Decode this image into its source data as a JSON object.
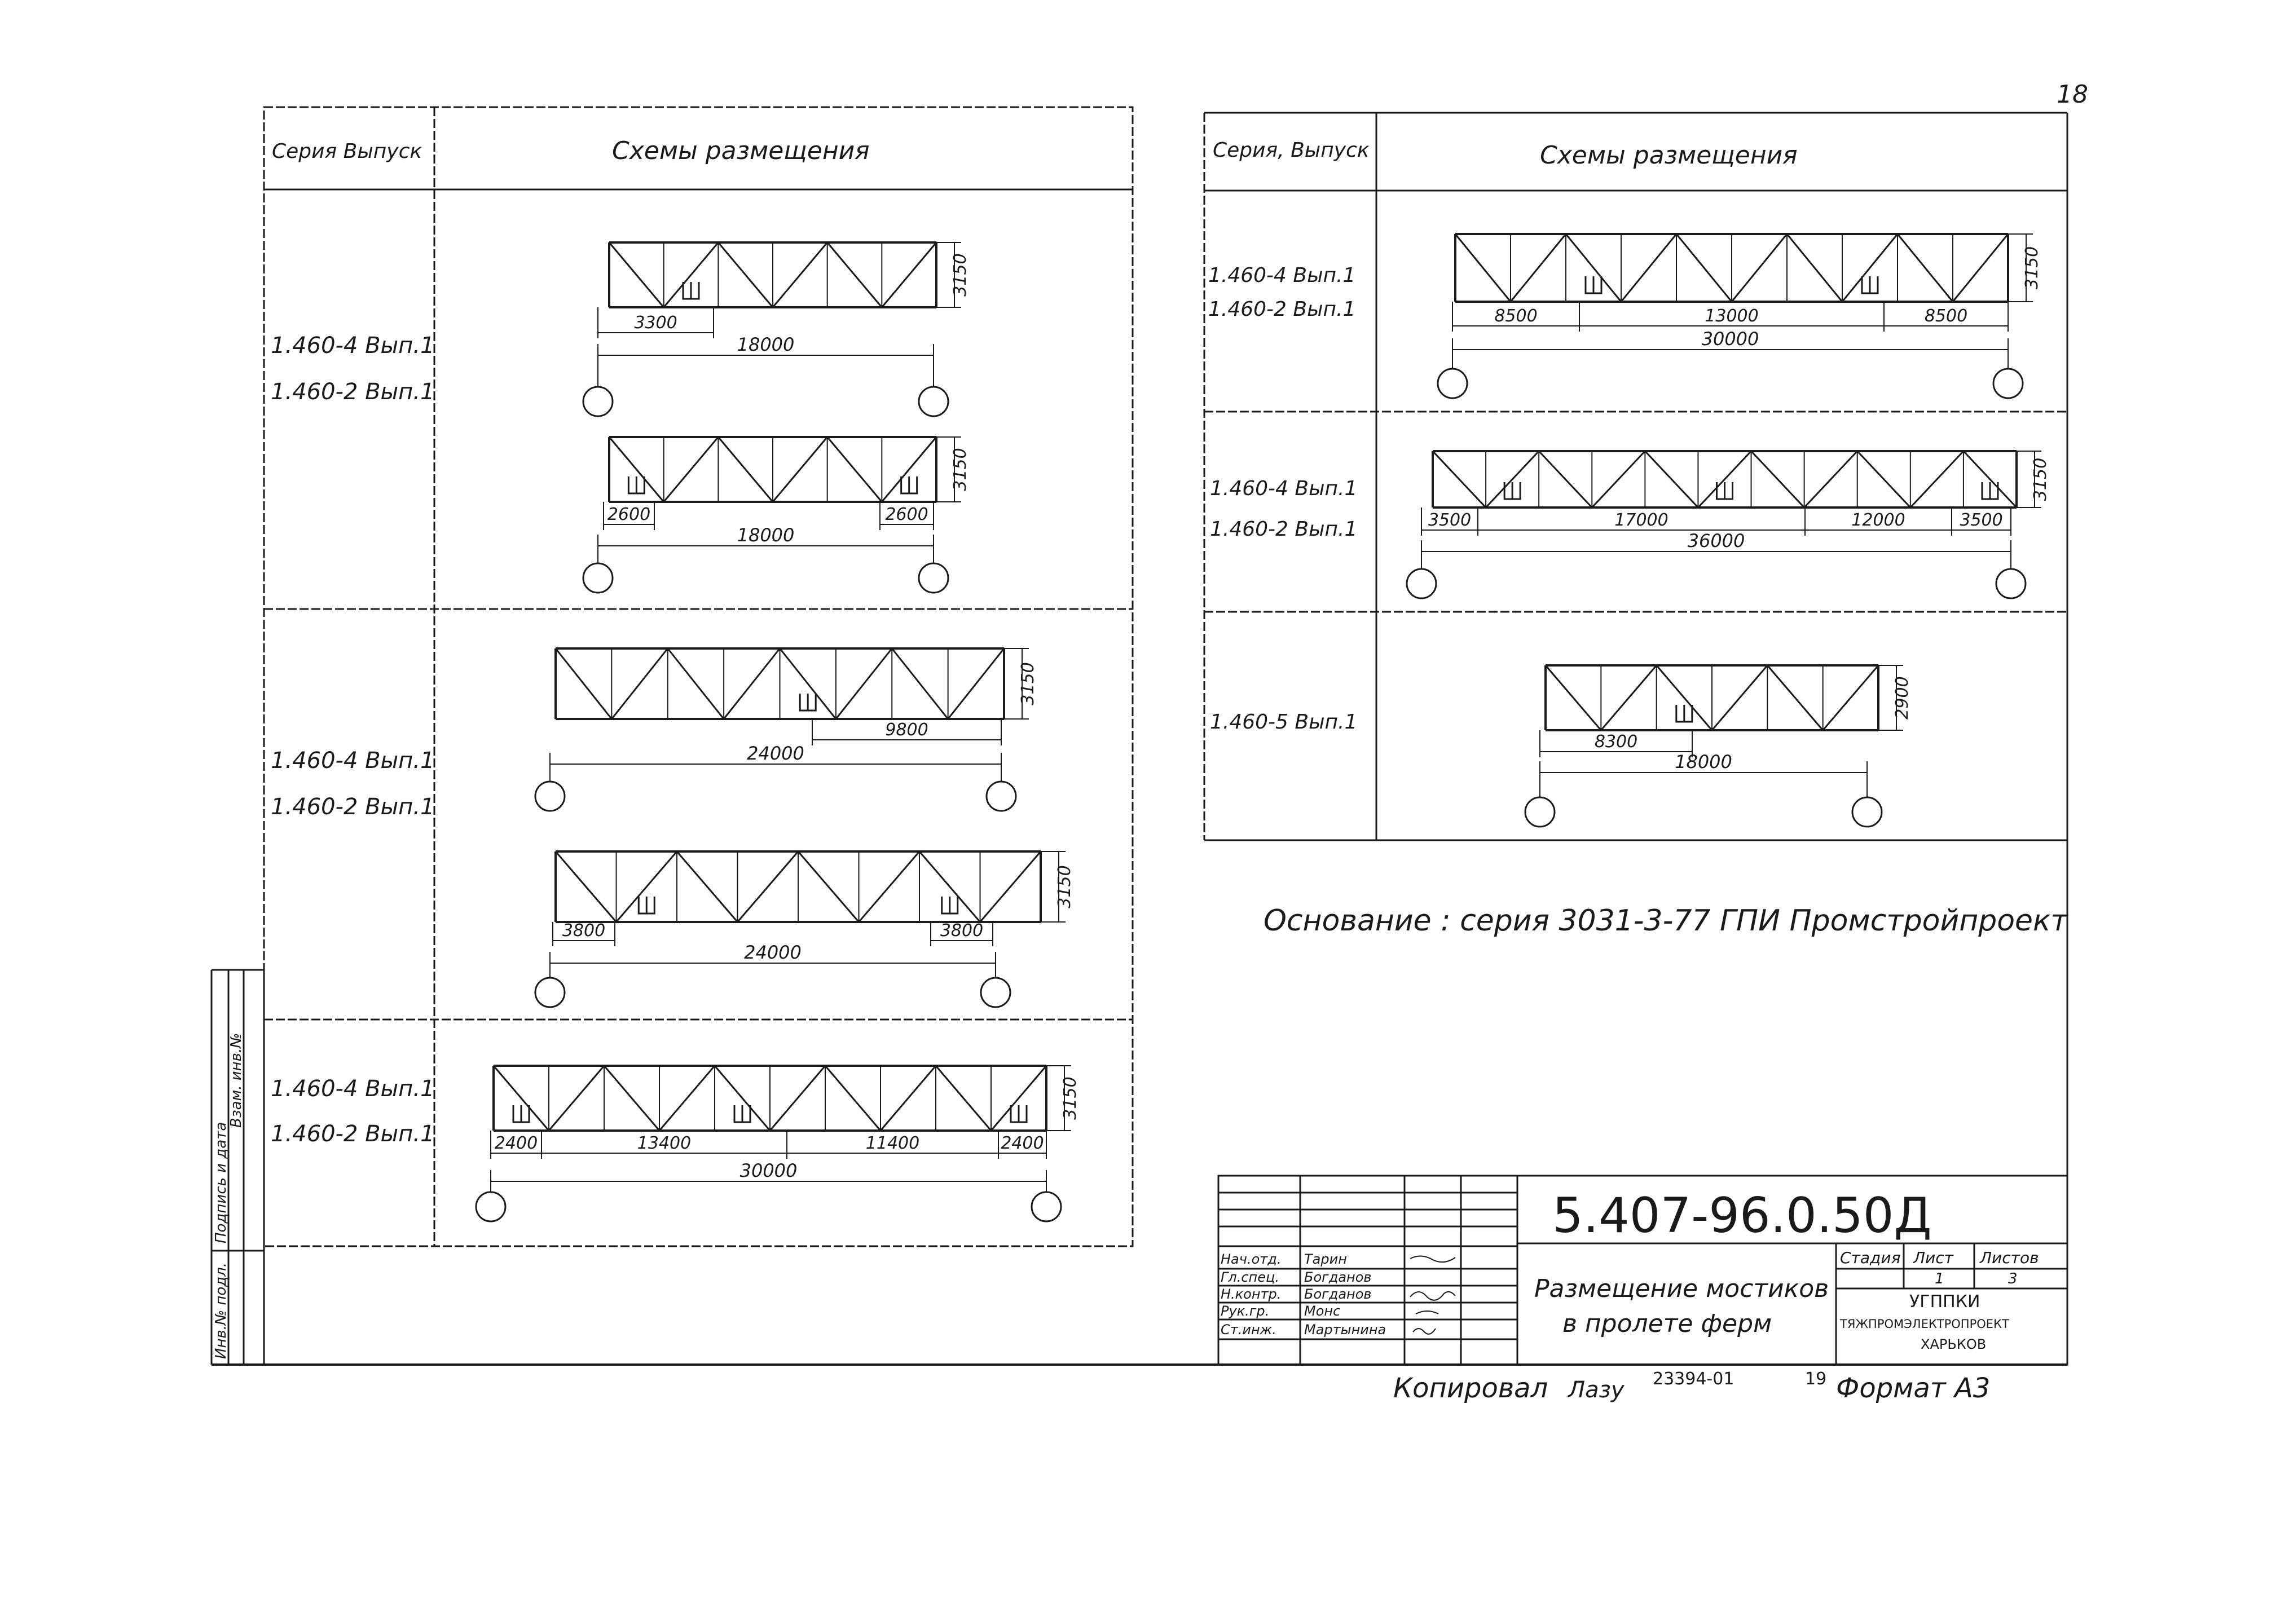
{
  "sheet": {
    "page_number": "18",
    "designation": "5.407-96.0.50Д",
    "basis_note": "Основание : серия 3031-3-77 ГПИ Промстройпроект",
    "copied_label": "Копировал",
    "copied_signature": "Лазу",
    "copy_number": "23394-01",
    "copy_number_suffix": "19",
    "format_label": "Формат А3"
  },
  "left_table": {
    "header_series": "Серия Выпуск",
    "header_schemes": "Схемы размещения",
    "groups": [
      {
        "series": [
          "1.460-4 Вып.1",
          "1.460-2 Вып.1"
        ]
      },
      {
        "series": [
          "1.460-4 Вып.1",
          "1.460-2 Вып.1"
        ]
      },
      {
        "series": [
          "1.460-4 Вып.1",
          "1.460-2 Вып.1"
        ]
      }
    ]
  },
  "right_table": {
    "header_series": "Серия, Выпуск",
    "header_schemes": "Схемы размещения",
    "groups": [
      {
        "series": [
          "1.460-4 Вып.1",
          "1.460-2 Вып.1"
        ]
      },
      {
        "series": [
          "1.460-4 Вып.1",
          "1.460-2 Вып.1"
        ]
      },
      {
        "series": [
          "1.460-5 Вып.1"
        ]
      }
    ]
  },
  "trusses": [
    {
      "id": "L1",
      "height_label": "3150",
      "span_label": "18000",
      "segments": [
        "3300"
      ],
      "walkways": [
        1
      ]
    },
    {
      "id": "L2",
      "height_label": "3150",
      "span_label": "18000",
      "segments": [
        "2600",
        "2600"
      ],
      "walkways": [
        0,
        5
      ]
    },
    {
      "id": "L3",
      "height_label": "3150",
      "span_label": "24000",
      "segments": [
        "9800"
      ],
      "walkways": [
        4
      ]
    },
    {
      "id": "L4",
      "height_label": "3150",
      "span_label": "24000",
      "segments": [
        "3800",
        "3800"
      ],
      "walkways": [
        1,
        6
      ]
    },
    {
      "id": "L5",
      "height_label": "3150",
      "span_label": "30000",
      "segments": [
        "2400",
        "13400",
        "11400",
        "2400"
      ],
      "walkways": [
        0,
        4,
        9
      ]
    },
    {
      "id": "R1",
      "height_label": "3150",
      "span_label": "30000",
      "segments": [
        "8500",
        "13000",
        "8500"
      ],
      "walkways": [
        2,
        7
      ]
    },
    {
      "id": "R2",
      "height_label": "3150",
      "span_label": "36000",
      "segments": [
        "3500",
        "17000",
        "12000",
        "3500"
      ],
      "walkways": [
        1,
        5,
        10
      ]
    },
    {
      "id": "R3",
      "height_label": "2900",
      "span_label": "18000",
      "segments": [
        "8300"
      ],
      "walkways": [
        2
      ]
    }
  ],
  "stamp": {
    "roles": [
      "Нач.отд.",
      "Гл.спец.",
      "Н.контр.",
      "Рук.гр.",
      "Ст.инж."
    ],
    "names": [
      "Тарин",
      "Богданов",
      "Богданов",
      "Монс",
      "Мартынина"
    ],
    "title_line1": "Размещение мостиков",
    "title_line2": "в пролете ферм",
    "col_stage": "Стадия",
    "col_sheet": "Лист",
    "col_sheets": "Листов",
    "sheet_value": "1",
    "sheets_value": "3",
    "org_line1": "УГППКИ",
    "org_line2": "ТЯЖПРОМЭЛЕКТРОПРОЕКТ",
    "org_line3": "ХАРЬКОВ"
  },
  "margin_labels": [
    "Инв.№ подл.",
    "Подпись и дата",
    "Взам. инв.№"
  ]
}
